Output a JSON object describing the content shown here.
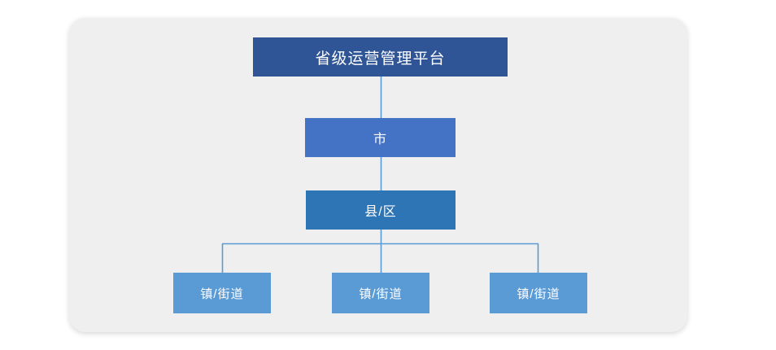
{
  "diagram": {
    "type": "organization-hierarchy",
    "orientation": "top-down",
    "card": {
      "background_color": "#efefef",
      "corner_radius": 20
    },
    "connector": {
      "color": "#5b9bd5",
      "width": 1,
      "style": "orthogonal-bus"
    },
    "levels": [
      {
        "level": 1,
        "color": "#2f5597",
        "nodes": [
          {
            "label": "省级运营管理平台"
          }
        ]
      },
      {
        "level": 2,
        "color": "#4472c4",
        "nodes": [
          {
            "label": "市"
          }
        ]
      },
      {
        "level": 3,
        "color": "#2e75b6",
        "nodes": [
          {
            "label": "县/区"
          }
        ]
      },
      {
        "level": 4,
        "color": "#5b9bd5",
        "nodes": [
          {
            "label": "镇/街道"
          },
          {
            "label": "镇/街道"
          },
          {
            "label": "镇/街道"
          }
        ]
      }
    ]
  }
}
